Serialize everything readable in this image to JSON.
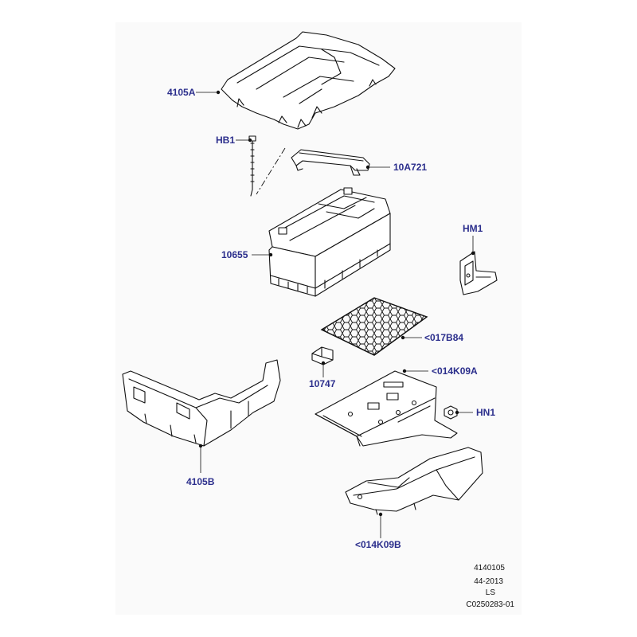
{
  "callouts": {
    "c4105A": "4105A",
    "cHB1": "HB1",
    "c10A721": "10A721",
    "c10655": "10655",
    "cHM1": "HM1",
    "c017B84": "<017B84",
    "c10747": "10747",
    "c014K09A": "<014K09A",
    "cHN1": "HN1",
    "c4105B": "4105B",
    "c014K09B": "<014K09B"
  },
  "footer": {
    "line1": "4140105",
    "line2": "44-2013",
    "line3": "LS",
    "line4": "C0250283-01"
  },
  "colors": {
    "callout": "#2b2e8c",
    "lines": "#111111",
    "panel": "#fafafa"
  }
}
